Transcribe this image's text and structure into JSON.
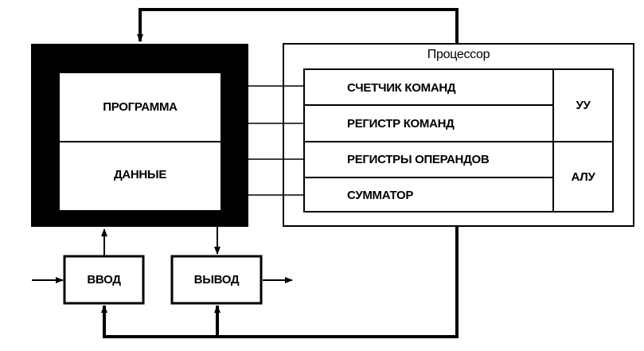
{
  "memory": {
    "program_label": "ПРОГРАММА",
    "data_label": "ДАННЫЕ"
  },
  "processor": {
    "title": "Процессор",
    "registers": [
      "СЧЕТЧИК КОМАНД",
      "РЕГИСТР КОМАНД",
      "РЕГИСТРЫ ОПЕРАНДОВ",
      "СУММАТОР"
    ],
    "control_unit": "УУ",
    "alu": "АЛУ"
  },
  "io": {
    "input_label": "ВВОД",
    "output_label": "ВЫВОД"
  }
}
